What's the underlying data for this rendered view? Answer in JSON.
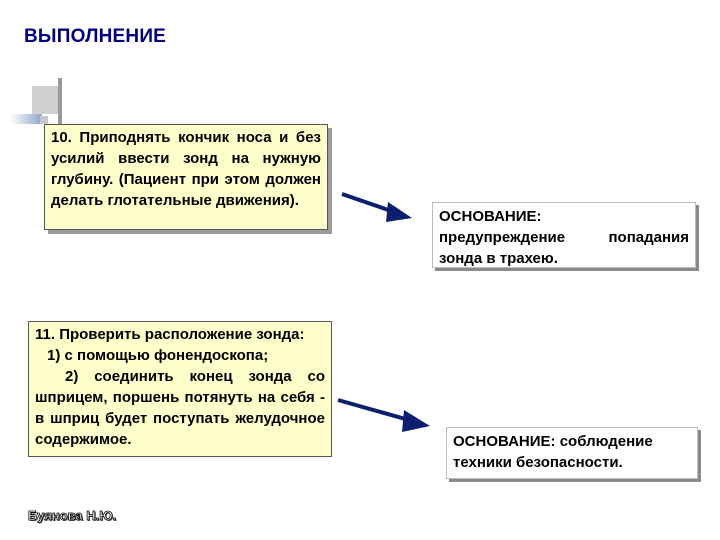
{
  "title": "ВЫПОЛНЕНИЕ",
  "step10": {
    "text": "10. Приподнять кончик носа и без усилий ввести зонд на нужную глубину. (Пациент при этом должен делать глотательные движения)."
  },
  "step11": {
    "line1": "11. Проверить расположение зонда:",
    "line2": "1) с помощью фонендоскопа;",
    "line3": "2) соединить конец зонда со шприцем, поршень потянуть на себя - в шприц будет поступать желудочное содержимое."
  },
  "basis1": {
    "label": "ОСНОВАНИЕ:",
    "text": "предупреждение попадания зонда в трахею."
  },
  "basis2": {
    "label": "ОСНОВАНИЕ:",
    "text": "соблюдение техники безопасности."
  },
  "author": "Буянова Н.Ю.",
  "colors": {
    "title": "#000080",
    "box_fill": "#ffffcc",
    "arrow": "#0b1f6e"
  }
}
